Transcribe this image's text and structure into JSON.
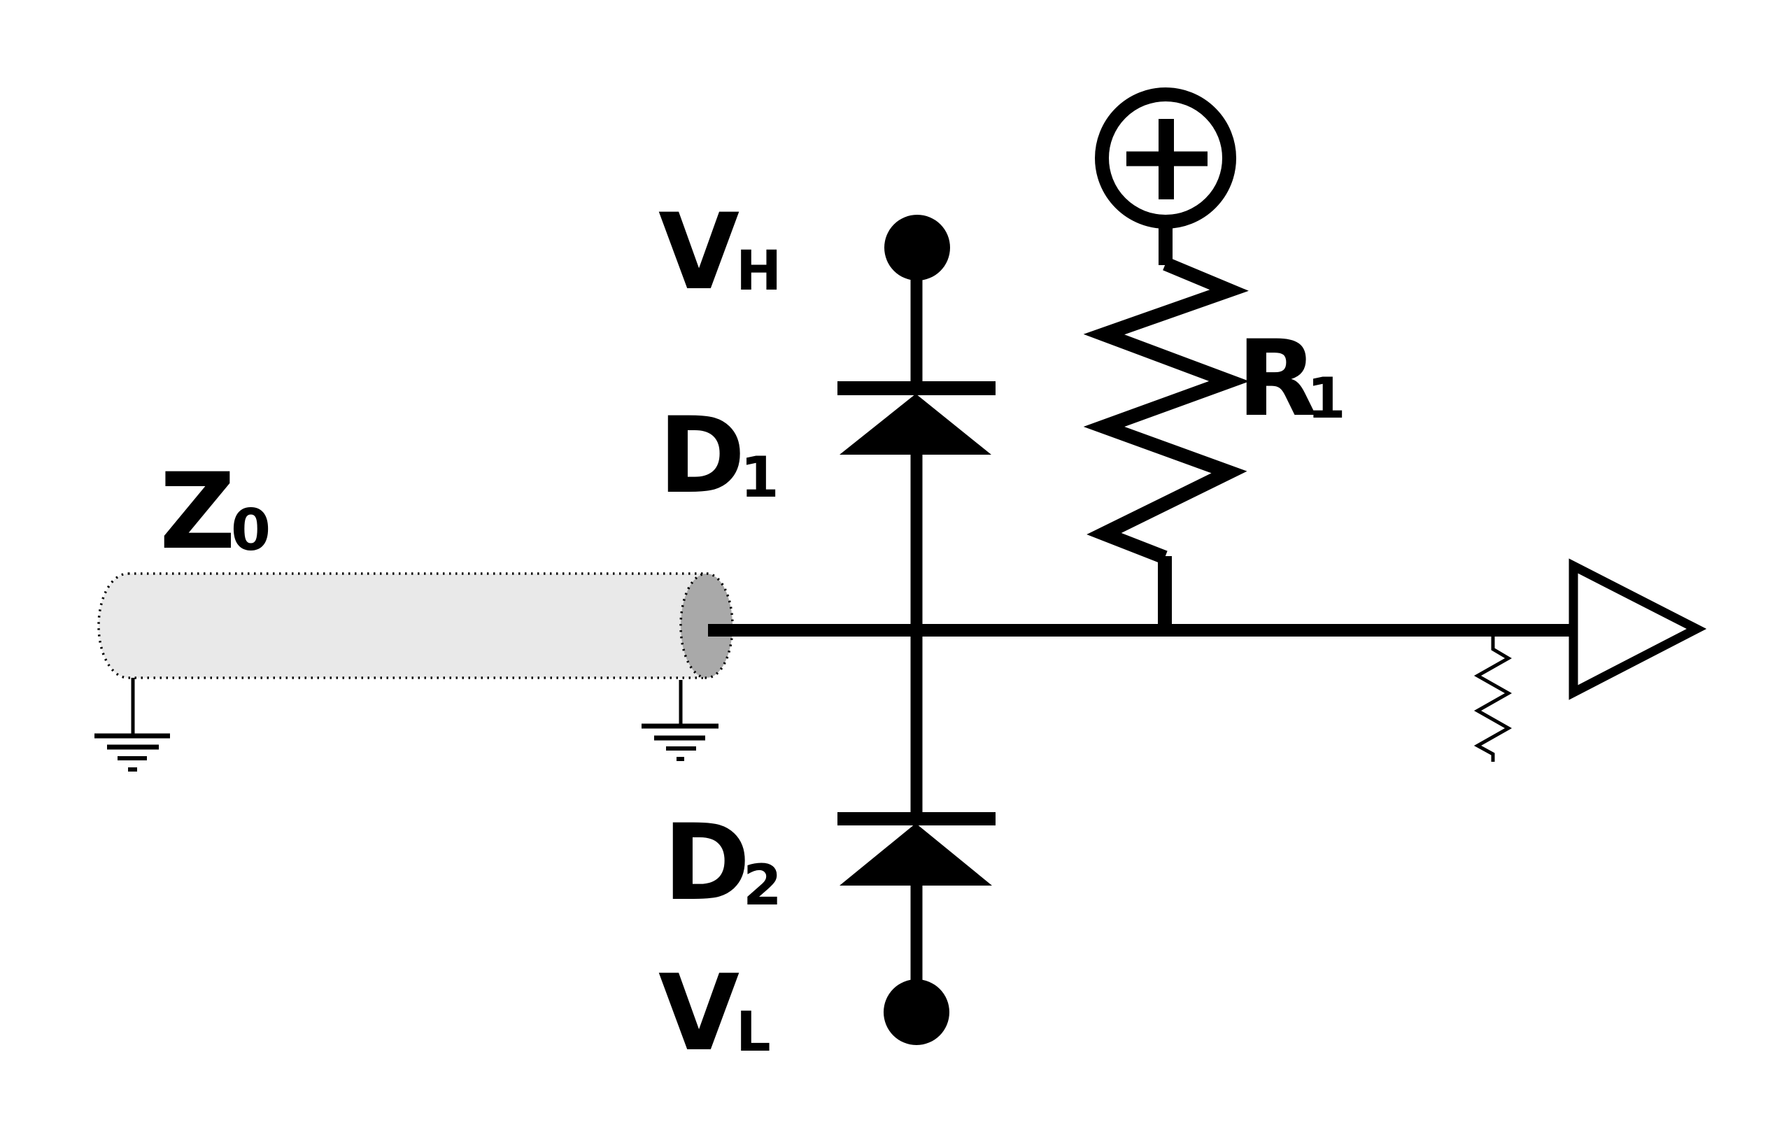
{
  "diagram": {
    "labels": {
      "z0": {
        "main": "Z",
        "sub": "0"
      },
      "vh": {
        "main": "V",
        "sub": "H"
      },
      "d1": {
        "main": "D",
        "sub": "1"
      },
      "d2": {
        "main": "D",
        "sub": "2"
      },
      "vl": {
        "main": "V",
        "sub": "L"
      },
      "r1": {
        "main": "R",
        "sub": "1"
      }
    },
    "colors": {
      "ink": "#000000",
      "background": "#ffffff",
      "tline_body": "#e9e9e9",
      "tline_end_cap": "#a9a9a9"
    }
  }
}
